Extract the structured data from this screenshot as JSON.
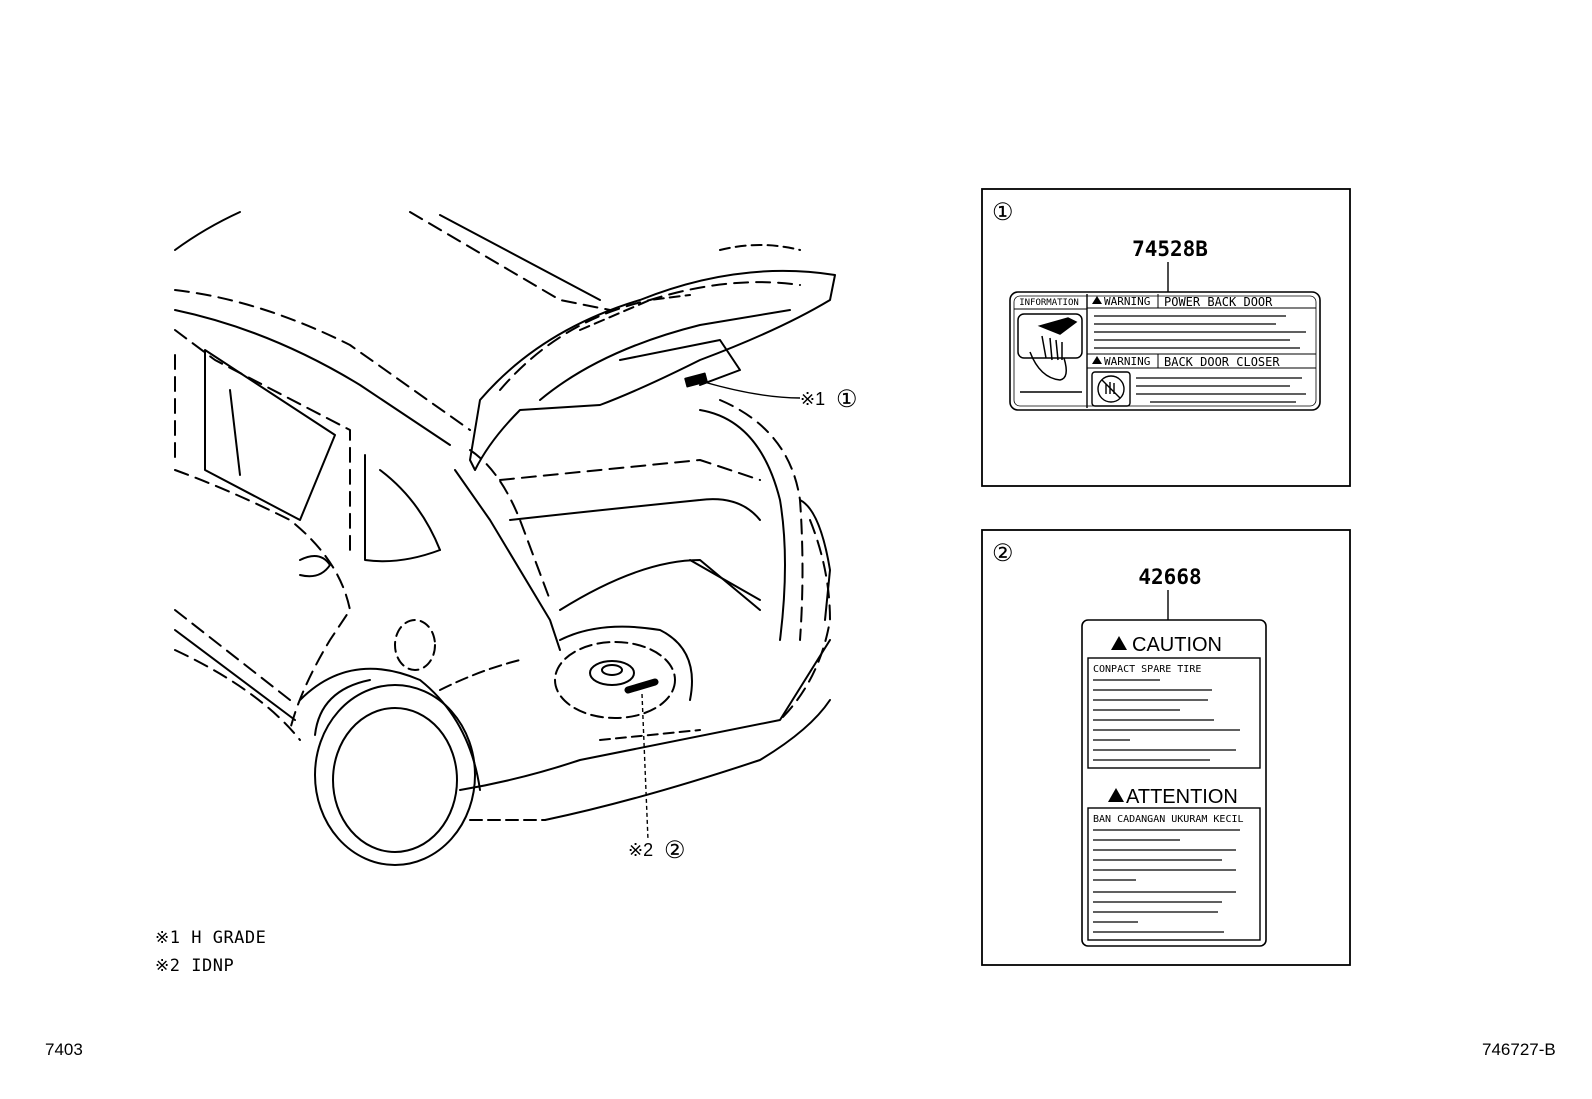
{
  "callouts": {
    "c1_mark": "※1",
    "c1_num": "①",
    "c2_mark": "※2",
    "c2_num": "②"
  },
  "notes": [
    {
      "mark": "※1",
      "text": "H GRADE"
    },
    {
      "mark": "※2",
      "text": "IDNP"
    }
  ],
  "panel1": {
    "index": "①",
    "part_number": "74528B",
    "info_label": "INFORMATION",
    "warning_word": "WARNING",
    "warning1_title": "POWER BACK DOOR",
    "warning2_title": "BACK DOOR CLOSER"
  },
  "panel2": {
    "index": "②",
    "part_number": "42668",
    "caution_title": "CAUTION",
    "caution_text": "CONPACT SPARE TIRE",
    "attention_title": "ATTENTION",
    "attention_text": "BAN CADANGAN UKURAM KECIL"
  },
  "footer": {
    "left_code": "7403",
    "right_code": "746727-B"
  }
}
